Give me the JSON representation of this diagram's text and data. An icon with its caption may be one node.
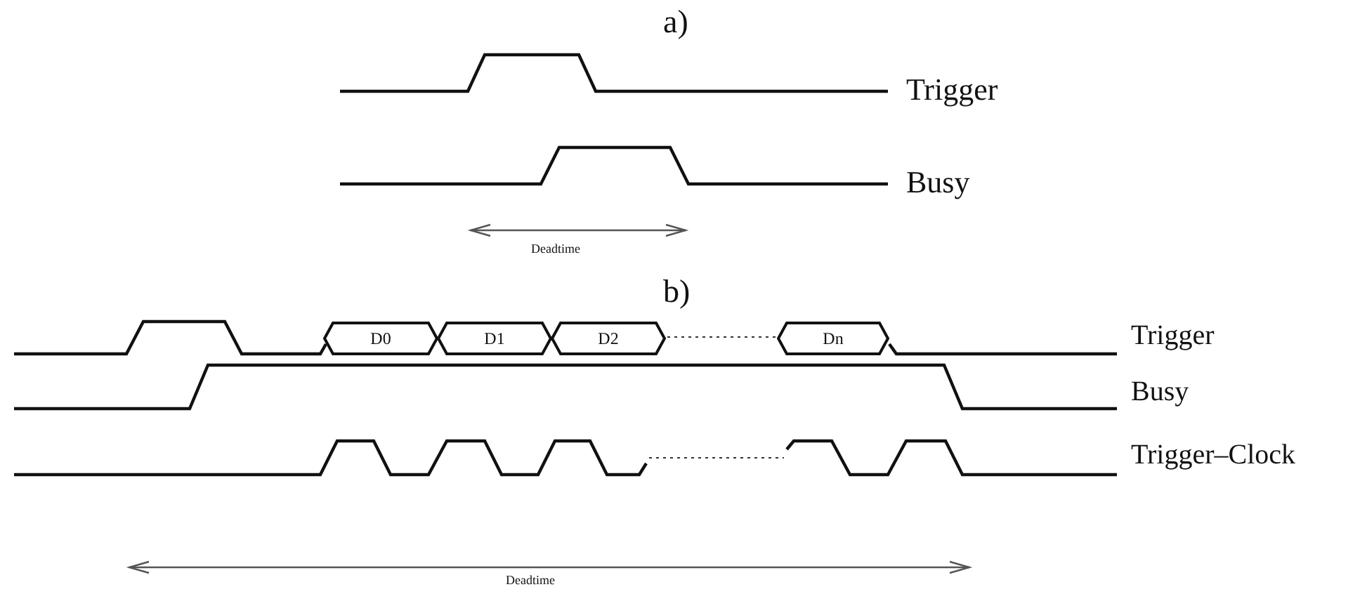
{
  "diagram": {
    "nodes": [
      {
        "text": [
          "D0"
        ]
      },
      {
        "text": [
          "D1"
        ]
      },
      {
        "text": [
          "D2"
        ]
      },
      {
        "text": [
          "Dn"
        ]
      }
    ],
    "edges": [],
    "labels": [
      "a)",
      "Trigger",
      "Busy",
      "Deadtime",
      "b)",
      "Trigger",
      "Busy",
      "Trigger–Clock",
      "Deadtime"
    ]
  }
}
